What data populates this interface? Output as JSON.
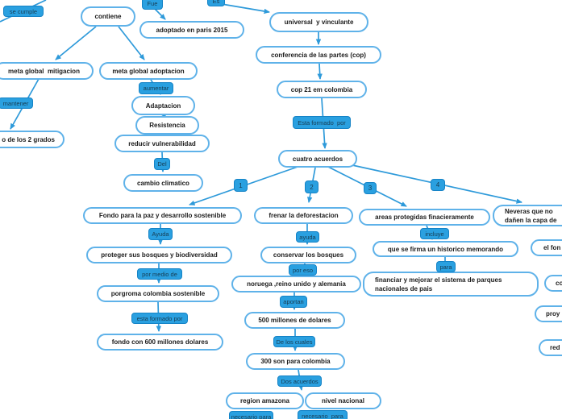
{
  "diagram": {
    "kind": "concept-map",
    "colors": {
      "connector": "#2e9ada",
      "label_fill": "#2aa0e0",
      "label_border": "#1583c6",
      "label_text": "#173c52",
      "node_fill": "#ffffff",
      "node_border": "#5fb2e9",
      "node_text": "#1b1b1b"
    },
    "nodes": {
      "se_cumple": "se cumple",
      "contiene": "contiene",
      "fue": "Fue",
      "es": "Es",
      "adoptado": "adoptado en paris 2015",
      "universal": "universal  y vinculante",
      "conferencia": "conferencia de las partes (cop)",
      "cop21": "cop 21 em colombia",
      "esta_formado_por": "Esta formado  por",
      "cuatro_acuerdos": "cuatro acuerdos",
      "n1": "1",
      "n2": "2",
      "n3": "3",
      "n4": "4",
      "mitigacion": "meta global  mitigacion",
      "mantener": "mantener",
      "grados": "o de los 2 grados",
      "adoptacion": "meta global adoptacion",
      "aumentar": "aumentar",
      "adaptacion": "Adaptacion",
      "resistencia": "Resistencia",
      "reducir": "reducir vulnerabilidad",
      "del": "Del",
      "cambio_climatico": "cambio climatico",
      "fondo_paz": "Fondo para la paz y desarrollo sostenible",
      "ayuda_1": "Ayuda",
      "proteger": "proteger sus bosques y biodiversidad",
      "por_medio_de": "por medio de",
      "porgroma": "porgroma colombia sostenible",
      "esta_formado_por_2": "esta formado por",
      "fondo_600": "fondo con 600 millones dolares",
      "frenar": "frenar la deforestacion",
      "ayuda_2": "ayuda",
      "conservar": "conservar los bosques",
      "por_eso": "por eso",
      "noruega": "noruega ,reino unido y alemania",
      "aportan": "aportan",
      "quinientos": "500 millones de dolares",
      "de_los_cuales": "De los cuales",
      "trescientos": "300 son para colombia",
      "dos_acuerdos": "Dos acuerdos",
      "region_amazona": "region amazona",
      "nivel_nacional": "nivel nacional",
      "necesario_1": "necesario para",
      "necesario_2": "necesario  para",
      "areas_protegidas": "areas protegidas finacieramente",
      "incluye": "incluye",
      "memorando": "que se firma un historico memorando",
      "para": "para",
      "financiar_l1": "financiar y mejorar el sistema de parques",
      "financiar_l2": "nacionales de pais",
      "neveras_l1": "Neveras que no",
      "neveras_l2": "dañen la capa de",
      "el_fon": "el fon",
      "co": "co",
      "proy": "proy",
      "red": "red"
    }
  }
}
